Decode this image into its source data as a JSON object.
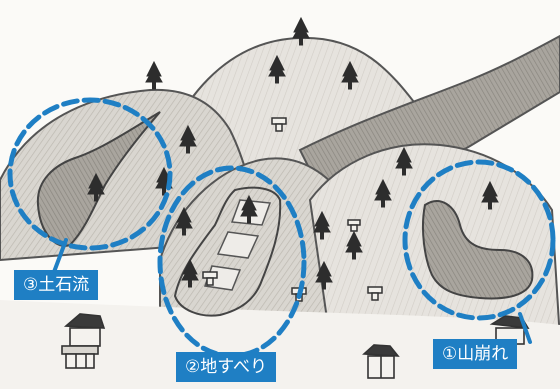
{
  "labels": {
    "debris_flow": "③土石流",
    "landslide": "②地すべり",
    "slope_failure": "①山崩れ"
  },
  "colors": {
    "marker_blue": "#1f7fc4",
    "pencil_gray": "#4a4a4a",
    "paper": "#fbfaf7"
  }
}
